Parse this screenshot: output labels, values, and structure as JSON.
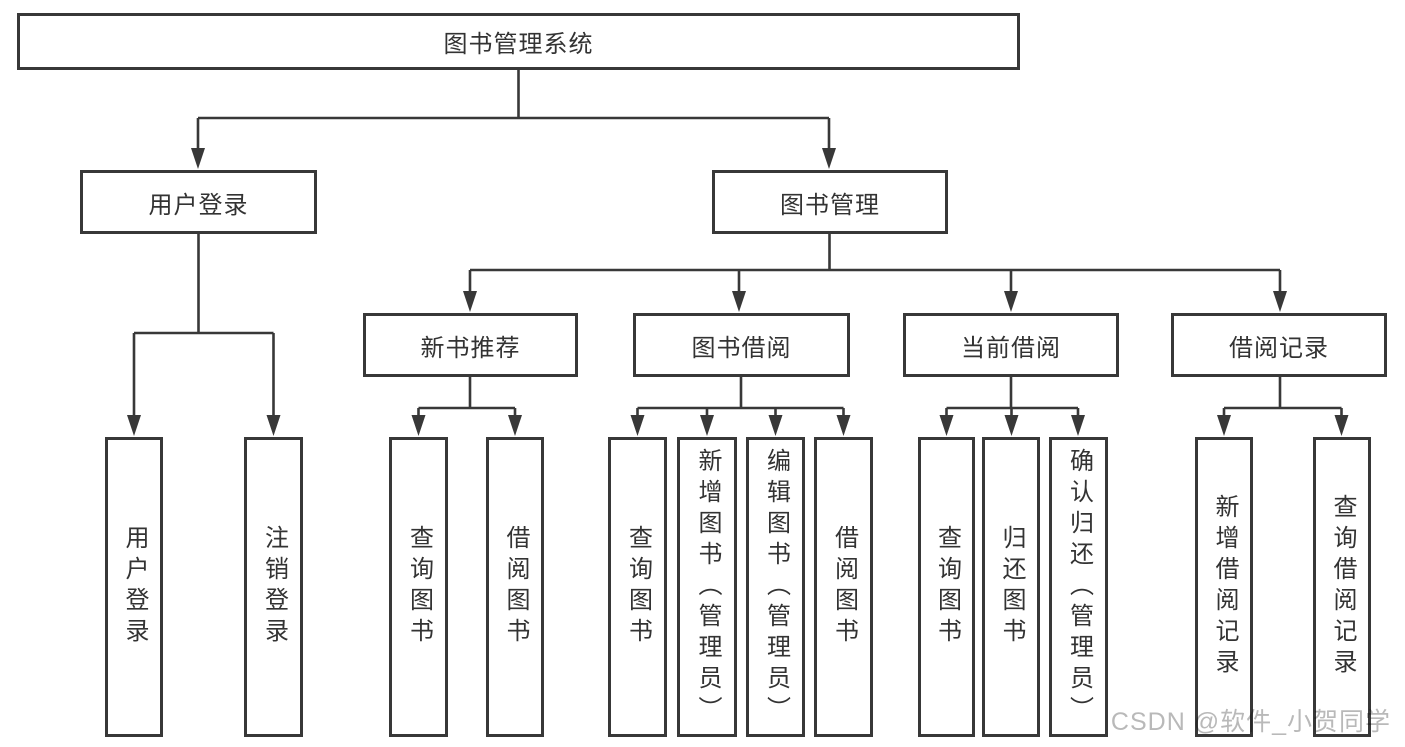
{
  "diagram": {
    "type": "tree",
    "tree": {
      "label": "图书管理系统",
      "children": [
        {
          "label": "用户登录",
          "children": [
            {
              "label": "用户登录"
            },
            {
              "label": "注销登录"
            }
          ]
        },
        {
          "label": "图书管理",
          "children": [
            {
              "label": "新书推荐",
              "children": [
                {
                  "label": "查询图书"
                },
                {
                  "label": "借阅图书"
                }
              ]
            },
            {
              "label": "图书借阅",
              "children": [
                {
                  "label": "查询图书"
                },
                {
                  "label": "新增图书（管理员）"
                },
                {
                  "label": "编辑图书（管理员）"
                },
                {
                  "label": "借阅图书"
                }
              ]
            },
            {
              "label": "当前借阅",
              "children": [
                {
                  "label": "查询图书"
                },
                {
                  "label": "归还图书"
                },
                {
                  "label": "确认归还（管理员）"
                }
              ]
            },
            {
              "label": "借阅记录",
              "children": [
                {
                  "label": "新增借阅记录"
                },
                {
                  "label": "查询借阅记录"
                }
              ]
            }
          ]
        }
      ]
    },
    "colors": {
      "line": "#383838",
      "text": "#333333",
      "node_background": "#ffffff",
      "background": "#ffffff",
      "watermark": "#b9b9b9"
    }
  },
  "watermark": {
    "text": "CSDN @软件_小贺同学"
  }
}
